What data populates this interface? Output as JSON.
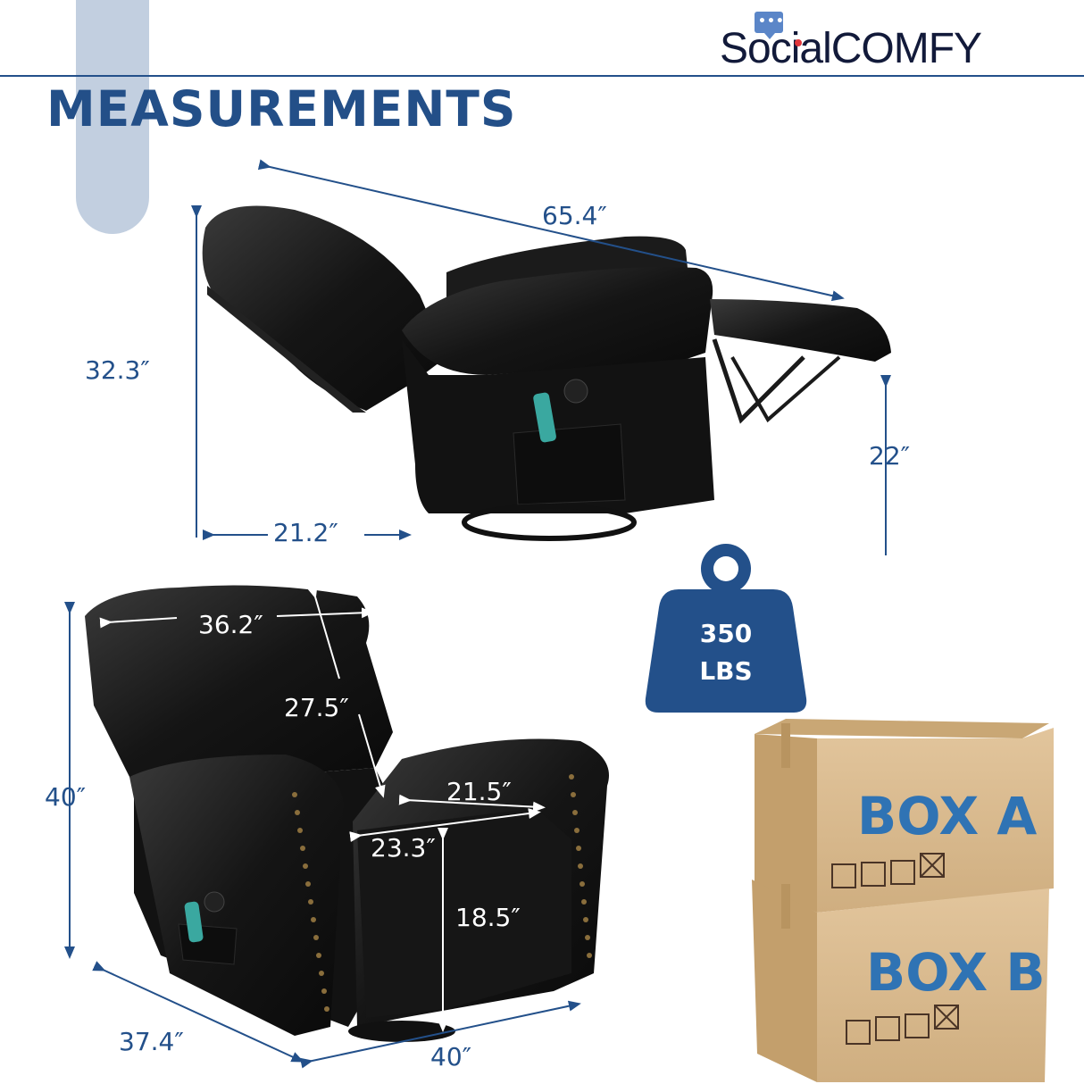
{
  "brand": {
    "name_part1": "Social",
    "name_part2": "COMFY",
    "bubble_icon": "chat-bubble-icon",
    "bubble_dots": "•••"
  },
  "title": "MEASUREMENTS",
  "colors": {
    "primary_blue": "#234f88",
    "accent_pill": "#c2cfe0",
    "box_label_blue": "#2f73b4",
    "cardboard": "#d9b98d",
    "chair_black": "#141414"
  },
  "reclined_view": {
    "total_length": "65.4″",
    "height": "32.3″",
    "depth_base": "21.2″",
    "footrest_height": "22″"
  },
  "upright_view": {
    "backrest_width": "36.2″",
    "backrest_height": "27.5″",
    "seat_width": "21.5″",
    "seat_depth": "23.3″",
    "seat_height": "18.5″",
    "total_height": "40″",
    "depth": "37.4″",
    "width": "40″"
  },
  "weight_capacity": {
    "value": "350",
    "unit": "LBS",
    "icon": "weight-icon"
  },
  "boxes": [
    {
      "label": "BOX A",
      "symbols": [
        "fragile-glass-icon",
        "keep-dry-umbrella-icon",
        "this-way-up-icon",
        "do-not-stack-icon"
      ]
    },
    {
      "label": "BOX B",
      "symbols": [
        "fragile-glass-icon",
        "keep-dry-umbrella-icon",
        "this-way-up-icon",
        "do-not-stack-icon"
      ]
    }
  ]
}
